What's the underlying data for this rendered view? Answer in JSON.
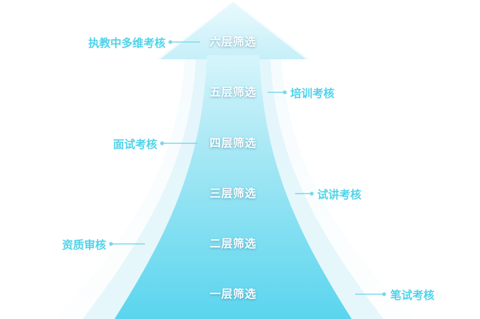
{
  "diagram": {
    "levels": [
      {
        "label": "六层筛选",
        "stage": "执教中多维考核"
      },
      {
        "label": "五层筛选",
        "stage": "培训考核"
      },
      {
        "label": "四层筛选",
        "stage": "面试考核"
      },
      {
        "label": "三层筛选",
        "stage": "试讲考核"
      },
      {
        "label": "二层筛选",
        "stage": "资质审核"
      },
      {
        "label": "一层筛选",
        "stage": "笔试考核"
      }
    ]
  },
  "colors": {
    "arrow_top": "#bdeef8",
    "arrow_bottom": "#5fd6ef",
    "side_label": "#4fd3ea",
    "connector": "#7ad7ea",
    "level_text": "#ffffff"
  }
}
